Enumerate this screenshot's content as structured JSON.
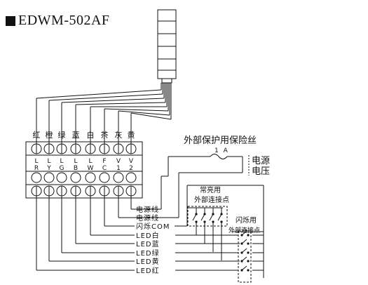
{
  "title": "EDWM-502AF",
  "wire_colors": [
    "红",
    "橙",
    "绿",
    "蓝",
    "白",
    "茶",
    "灰",
    "黄"
  ],
  "terminal_codes": [
    [
      "L",
      "R"
    ],
    [
      "L",
      "Y"
    ],
    [
      "L",
      "G"
    ],
    [
      "L",
      "B"
    ],
    [
      "L",
      "W"
    ],
    [
      "F",
      "C"
    ],
    [
      "V",
      "1"
    ],
    [
      "V",
      "2"
    ]
  ],
  "fuse_label": "外部保护用保险丝",
  "fuse_rating": "1 A",
  "supply_label_1": "电源",
  "supply_label_2": "电压",
  "steady_label_1": "常亮用",
  "steady_label_2": "外部连接点",
  "flash_label_1": "闪烁用",
  "flash_label_2": "外部连接点",
  "line_labels": [
    "电源线",
    "电源线",
    "闪烁COM",
    "LED白",
    "LED蓝",
    "LED绿",
    "LED黄",
    "LED红"
  ]
}
